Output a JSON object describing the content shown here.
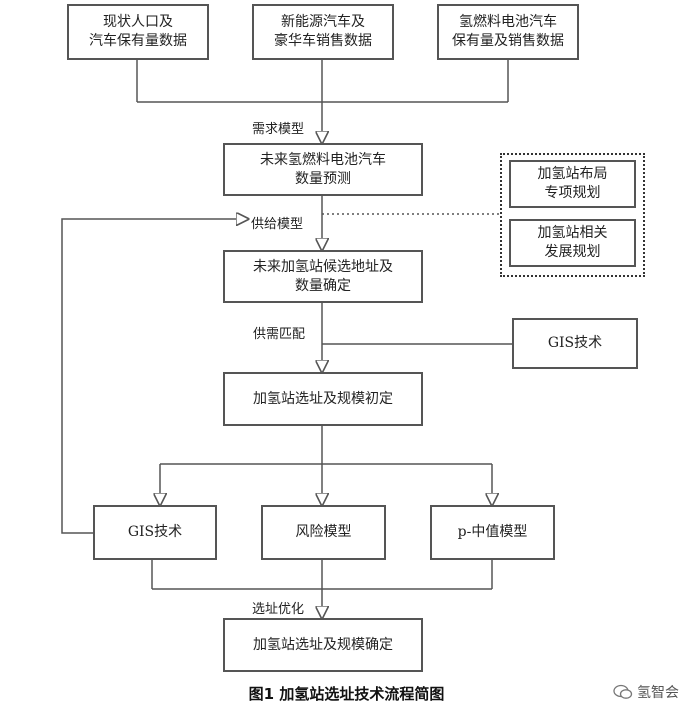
{
  "boxes": {
    "population": "现状人口及\n汽车保有量数据",
    "nev": "新能源汽车及\n豪华车销售数据",
    "fcv_data": "氢燃料电池汽车\n保有量及销售数据",
    "forecast": "未来氢燃料电池汽车\n数量预测",
    "plan1": "加氢站布局\n专项规划",
    "plan2": "加氢站相关\n发展规划",
    "candidate": "未来加氢站候选地址及\n数量确定",
    "gis_top": "GIS技术",
    "initial": "加氢站选址及规模初定",
    "gis_bottom": "GIS技术",
    "risk": "风险模型",
    "pmedian": "p-中值模型",
    "final": "加氢站选址及规模确定"
  },
  "labels": {
    "demand_model": "需求模型",
    "supply_model": "供给模型",
    "match": "供需匹配",
    "optimize": "选址优化"
  },
  "caption": "图1  加氢站选址技术流程简图",
  "watermark": "氢智会",
  "colors": {
    "line": "#555555",
    "border": "#555555",
    "text": "#222222"
  }
}
